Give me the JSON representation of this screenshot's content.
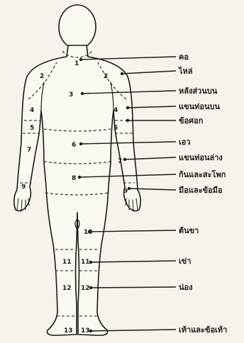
{
  "diagram": {
    "regions": [
      {
        "number": "1",
        "label": "คอ"
      },
      {
        "number": "2",
        "label": "ไหล่"
      },
      {
        "number": "3",
        "label": "หลังส่วนบน"
      },
      {
        "number": "4",
        "label": "แขนท่อนบน"
      },
      {
        "number": "5",
        "label": "ข้อศอก"
      },
      {
        "number": "6",
        "label": "เอว"
      },
      {
        "number": "7",
        "label": "แขนท่อนล่าง"
      },
      {
        "number": "8",
        "label": "ก้นและสะโพก"
      },
      {
        "number": "9",
        "label": "มือและข้อมือ"
      },
      {
        "number": "10",
        "label": "ต้นขา"
      },
      {
        "number": "11",
        "label": "เข่า"
      },
      {
        "number": "12",
        "label": "น่อง"
      },
      {
        "number": "13",
        "label": "เท้าและข้อเท้า"
      }
    ]
  },
  "colors": {
    "ink": "#1a1a1a",
    "paper": "#f7f3ea",
    "body_fill": "#fbf8f1"
  }
}
